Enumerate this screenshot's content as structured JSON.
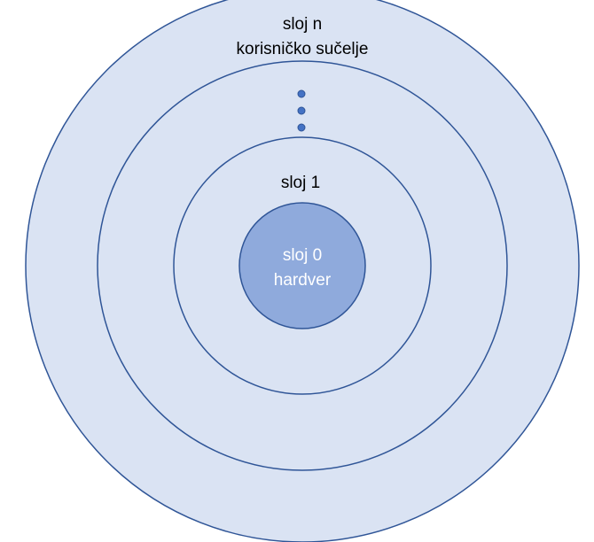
{
  "diagram": {
    "outer_layer": {
      "name": "sloj n",
      "description": "korisničko sučelje"
    },
    "middle_layer": {
      "ellipsis": "dots"
    },
    "layer_1": {
      "name": "sloj 1"
    },
    "core_layer": {
      "name": "sloj 0",
      "description": "hardver"
    }
  },
  "colors": {
    "ring_fill": "#dae3f3",
    "ring_stroke": "#2f5597",
    "core_fill": "#8faadc",
    "dot_fill": "#4472c4"
  }
}
